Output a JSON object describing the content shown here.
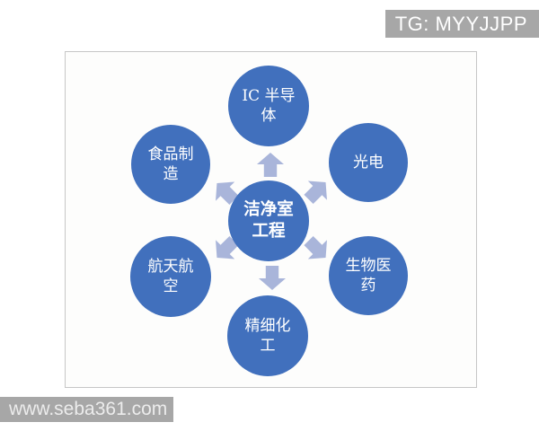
{
  "watermark_top": {
    "text": "TG: MYYJJPP"
  },
  "watermark_bottom": {
    "text": "www.seba361.com"
  },
  "diagram": {
    "center": {
      "label": "洁净室\n工程"
    },
    "nodes": [
      {
        "id": "ic-semiconductor",
        "label": "IC 半导\n体",
        "position": "top"
      },
      {
        "id": "optoelectronics",
        "label": "光电",
        "position": "top-right"
      },
      {
        "id": "biopharmaceutical",
        "label": "生物医\n药",
        "position": "bottom-right"
      },
      {
        "id": "fine-chemical",
        "label": "精细化\n工",
        "position": "bottom"
      },
      {
        "id": "aerospace",
        "label": "航天航\n空",
        "position": "bottom-left"
      },
      {
        "id": "food-manufacturing",
        "label": "食品制\n造",
        "position": "top-left"
      }
    ],
    "arrows": [
      "up",
      "upper-right",
      "lower-right",
      "down",
      "lower-left",
      "upper-left"
    ],
    "colors": {
      "node_fill": "#4170bd",
      "arrow_fill": "#a9b5da",
      "node_text": "#ffffff",
      "watermark_bg": "#a7a7a7",
      "panel_border": "#c6c6c6"
    }
  }
}
